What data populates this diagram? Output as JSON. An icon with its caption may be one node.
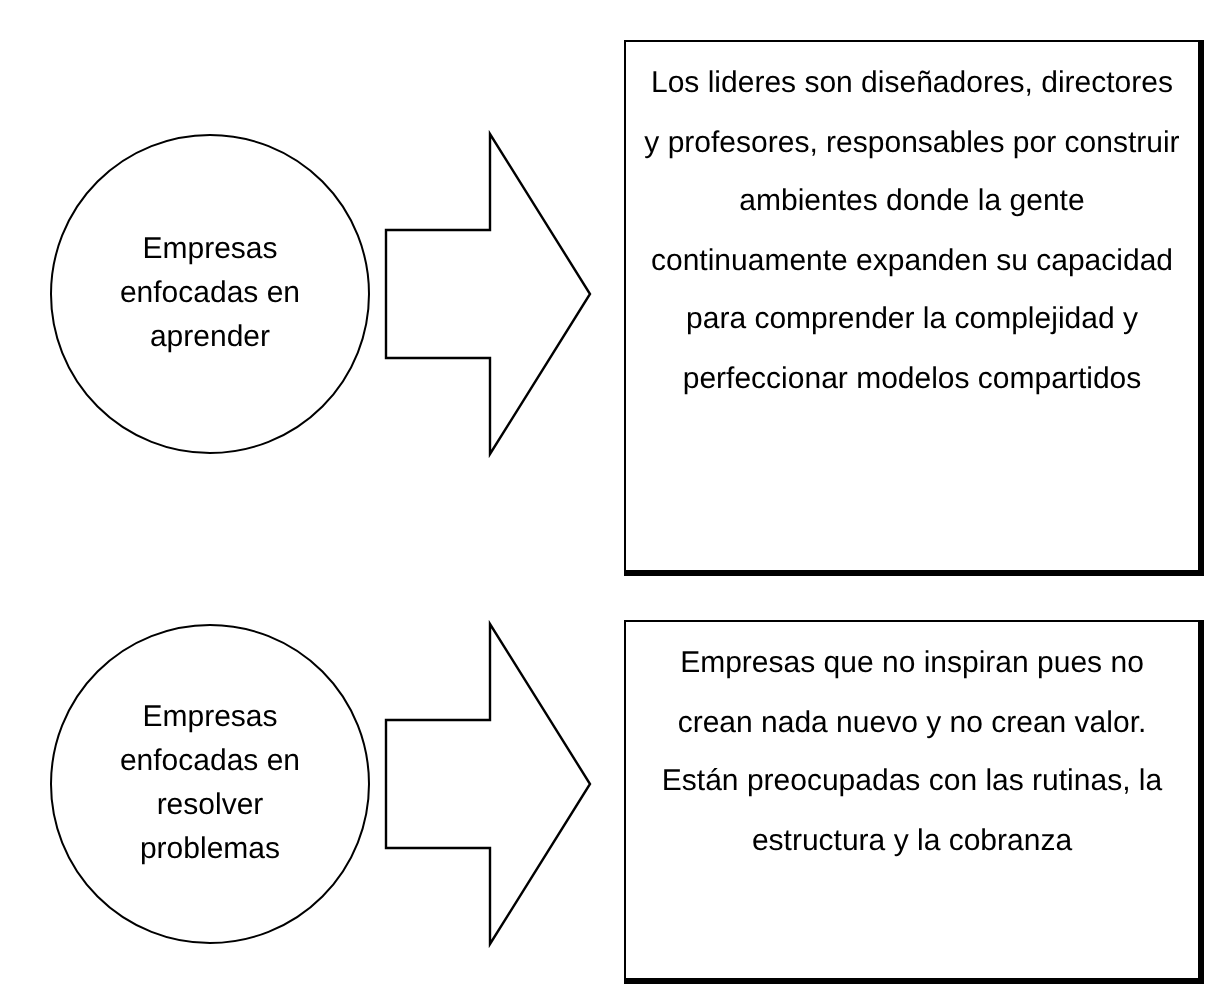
{
  "diagram": {
    "nodes": [
      {
        "text": [
          "Empresas enfocadas en aprender"
        ]
      },
      {
        "text": [
          "Los lideres son diseñadores, directores y profesores, responsables por construir ambientes donde la gente continuamente expanden su capacidad para comprender la complejidad y perfeccionar modelos compartidos"
        ]
      },
      {
        "text": [
          "Empresas enfocadas en resolver problemas"
        ]
      },
      {
        "text": [
          "Empresas que no inspiran pues no crean nada nuevo y no crean valor. Están preocupadas con las rutinas, la estructura y la cobranza"
        ]
      }
    ],
    "edges": [
      {
        "from": 0,
        "to": 1,
        "arrow": "to"
      },
      {
        "from": 2,
        "to": 3,
        "arrow": "to"
      }
    ]
  }
}
